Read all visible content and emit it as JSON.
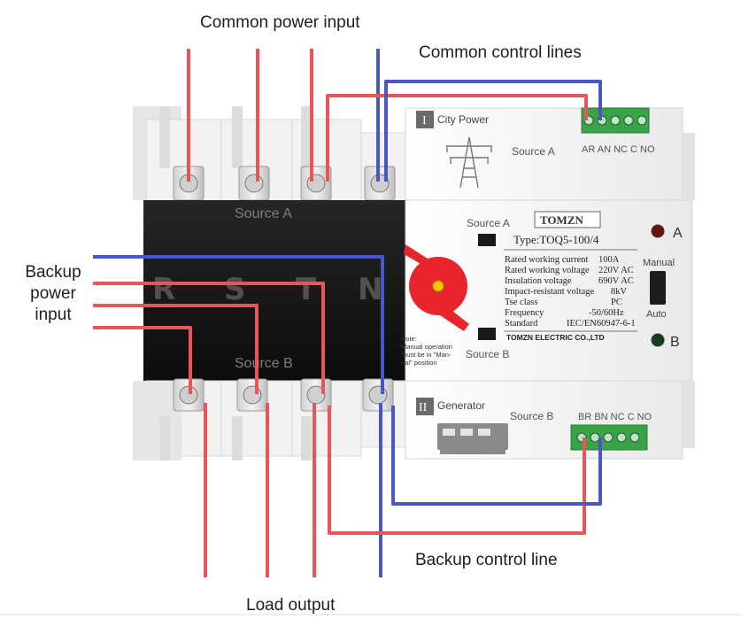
{
  "labels": {
    "common_power_input": "Common power input",
    "common_control_lines": "Common control lines",
    "backup_power_input": "Backup power input",
    "backup_control_line": "Backup control line",
    "load_output": "Load output"
  },
  "device": {
    "brand": "TOMZN",
    "type": "Type:TOQ5-100/4",
    "source_a_label": "Source A",
    "source_b_label": "Source B",
    "phases": [
      "R",
      "S",
      "T",
      "N"
    ],
    "section_1": {
      "roman": "I",
      "title": "City Power",
      "source": "Source A",
      "terminals": "AR AN NC C NO"
    },
    "section_2": {
      "roman": "II",
      "title": "Generator",
      "source": "Source B",
      "terminals": "BR BN NC C NO"
    },
    "specs": [
      {
        "name": "Rated working current",
        "value": "100A"
      },
      {
        "name": "Rated working voltage",
        "value": "220V AC"
      },
      {
        "name": "Insulation voltage",
        "value": "690V AC"
      },
      {
        "name": "Impact-resistant voltage",
        "value": "8kV"
      },
      {
        "name": "Tse class",
        "value": "PC"
      },
      {
        "name": "Frequency",
        "value": "-50/60Hz"
      },
      {
        "name": "Standard",
        "value": "IEC/EN60947-6-1"
      }
    ],
    "maker": "TOMZN ELECTRIC CO.,LTD",
    "indicator_a": "A",
    "indicator_b": "B",
    "switch_manual": "Manual",
    "switch_auto": "Auto",
    "note": "Note: Manual operation must be in \"Manual\" position"
  },
  "colors": {
    "phase_wire": "#e8555a",
    "neutral_wire": "#4a55c8",
    "body": "#161616",
    "panel": "#f1f1f1",
    "knob": "#e8252d",
    "terminal_green": "#3aa34a"
  }
}
